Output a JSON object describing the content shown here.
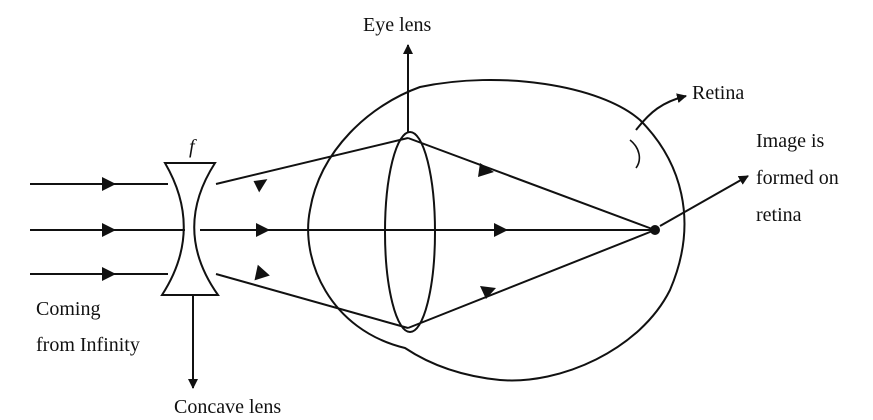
{
  "labels": {
    "eye_lens": "Eye lens",
    "retina": "Retina",
    "image_line1": "Image is",
    "image_line2": "formed on",
    "image_line3": "retina",
    "focal": "f",
    "coming_line1": "Coming",
    "coming_line2": "from Infinity",
    "concave_lens": "Concave lens"
  },
  "colors": {
    "ink": "#111111",
    "background": "#ffffff"
  }
}
